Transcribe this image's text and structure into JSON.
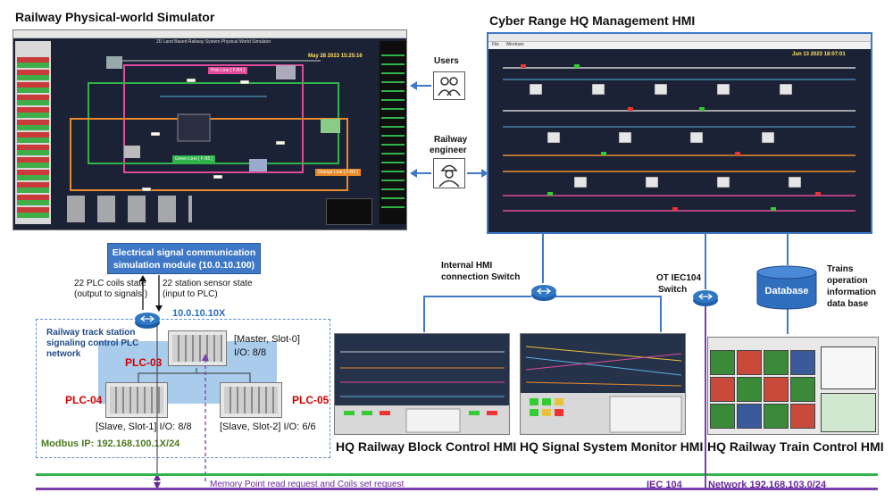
{
  "titles": {
    "simulator": "Railway Physical-world Simulator",
    "hmi_top": "Cyber Range HQ Management HMI",
    "block_hmi": "HQ Railway Block Control HMI",
    "signal_hmi": "HQ Signal System Monitor HMI",
    "train_hmi": "HQ Railway Train Control HMI"
  },
  "simulator_screen": {
    "header": "2D Land Based Railway System Physical World Simulator",
    "datetime": "May 28 2023 15:25:16",
    "lines": {
      "pink": "Pink Line [ F:B4 ]",
      "green": "Green Line [ F:B5 ]",
      "orange": "Orange Line [ F:B3 ]"
    }
  },
  "hmi_screen": {
    "datetime": "Jun 13 2023 18:07:01",
    "menu": [
      "File",
      "Windows"
    ]
  },
  "actors": {
    "users": "Users",
    "engineer_l1": "Railway",
    "engineer_l2": "engineer"
  },
  "esc_module": {
    "line1": "Electrical signal communication",
    "line2": "simulation module (10.0.10.100)"
  },
  "signals": {
    "coils_l1": "22 PLC coils state",
    "coils_l2": "(output to signals )",
    "sensors_l1": "22 station sensor state",
    "sensors_l2": "(input to PLC)"
  },
  "plc_net": {
    "switch_ip": "10.0.10.10X",
    "title_l1": "Railway track station",
    "title_l2": "signaling control PLC",
    "title_l3": "network",
    "plc03": "PLC-03",
    "plc04": "PLC-04",
    "plc05": "PLC-05",
    "master_l1": "[Master, Slot-0]",
    "master_l2": "I/O: 8/8",
    "slave1": "[Slave, Slot-1] I/O: 8/8",
    "slave2": "[Slave, Slot-2] I/O: 6/6",
    "modbus": "Modbus IP: 192.168.100.1X/24"
  },
  "switches": {
    "internal_l1": "Internal HMI",
    "internal_l2": "connection Switch",
    "ot_l1": "OT IEC104",
    "ot_l2": "Switch"
  },
  "database": {
    "label": "Database",
    "desc_l1": "Trains",
    "desc_l2": "operation",
    "desc_l3": "information",
    "desc_l4": "data base"
  },
  "bus": {
    "memory": "Memory Point read request  and Coils set request",
    "iec": "IEC 104",
    "network": "Network 192.168.103.0/24"
  },
  "colors": {
    "green_bus": "#2fb34a",
    "purple_bus": "#7a3fa8",
    "blue_link": "#3f78c6",
    "plc_red": "#d40000"
  }
}
